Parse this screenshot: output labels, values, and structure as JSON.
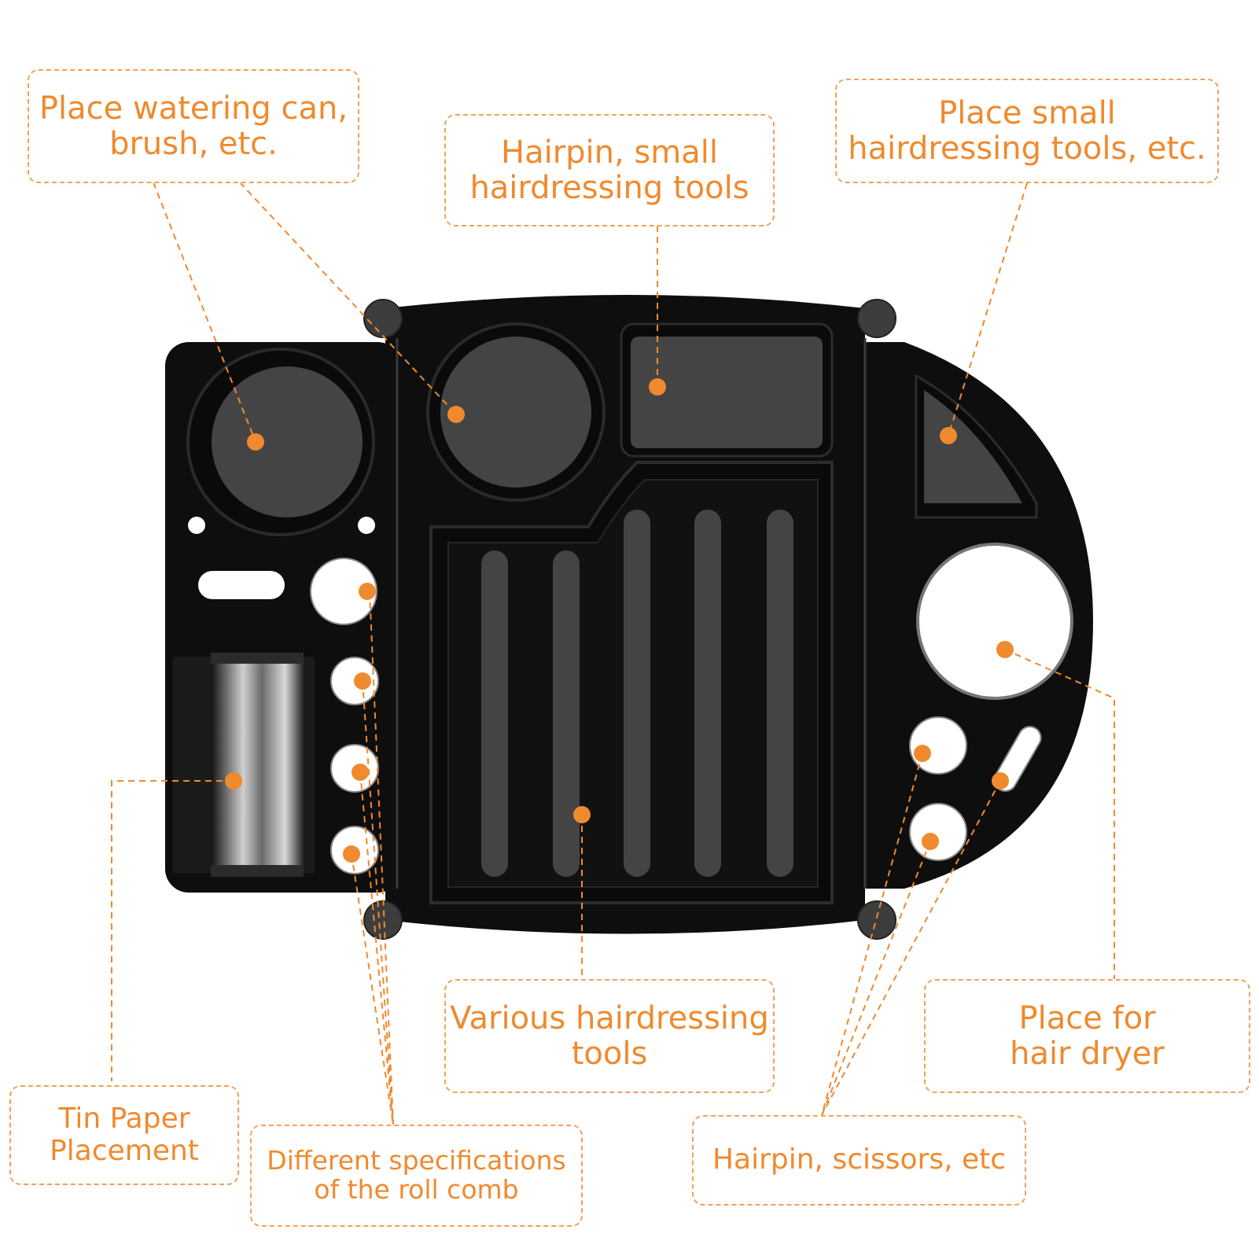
{
  "colors": {
    "accent": "#ef8a2e",
    "tray": "#0e0e0e",
    "compartment": "#444444",
    "hole": "#ffffff"
  },
  "callouts": {
    "watering": "Place watering can,\nbrush, etc.",
    "hairpin_top": "Hairpin, small\nhairdressing tools",
    "small_tools": "Place small\nhairdressing tools, etc.",
    "various": "Various hairdressing\ntools",
    "dryer": "Place for\nhair dryer",
    "tin": "Tin Paper\nPlacement",
    "comb": "Different specifications\nof the roll comb",
    "scissors": "Hairpin, scissors, etc"
  }
}
